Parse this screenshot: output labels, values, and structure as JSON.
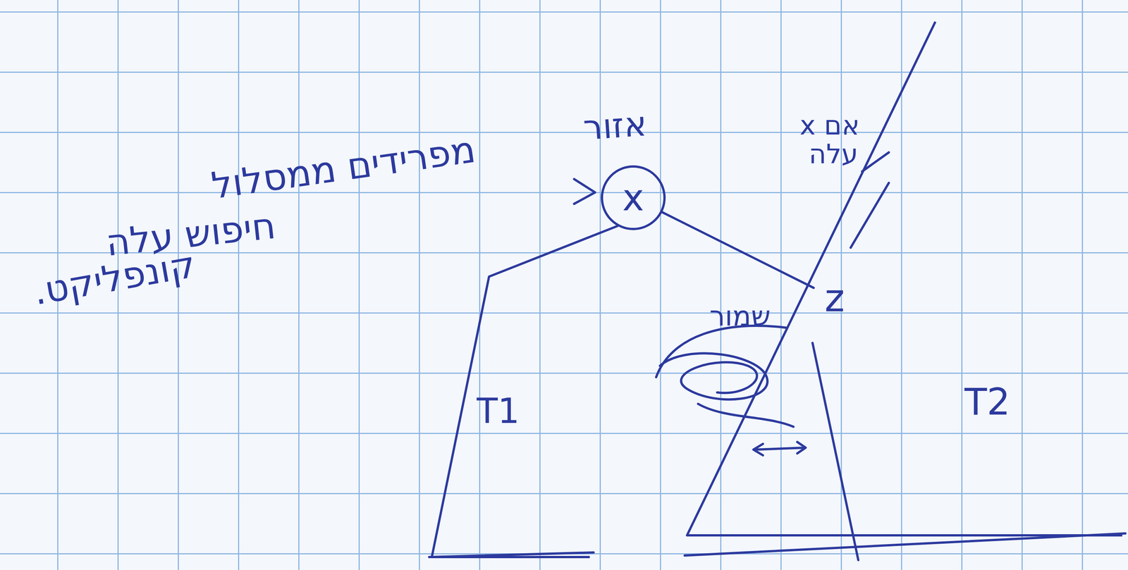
{
  "diagram": {
    "nodes": [
      {
        "text": [
          "x"
        ]
      },
      {
        "text": [
          "T1"
        ]
      },
      {
        "text": [
          "z"
        ]
      },
      {
        "text": [
          "T2"
        ]
      }
    ],
    "edges": [
      {
        "from": 0,
        "to": 1,
        "arrow": "none"
      },
      {
        "from": 0,
        "to": 2,
        "arrow": "none"
      }
    ],
    "labels": [
      "אזור",
      "מפרידים ממסלול",
      "חיפוש עלה",
      "קונפליקט.",
      "אם x",
      "עלה",
      "שמור"
    ]
  }
}
